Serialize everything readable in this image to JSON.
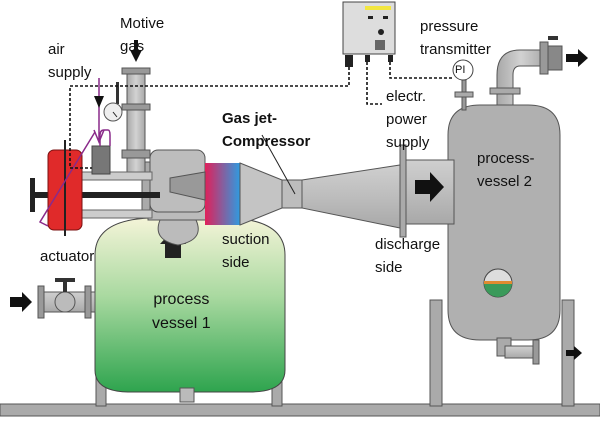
{
  "labels": {
    "motive_gas": [
      "Motive",
      "gas"
    ],
    "air_supply": [
      "air",
      "supply"
    ],
    "actuator": "actuator",
    "compressor": [
      "Gas jet-",
      "Compressor"
    ],
    "suction_side": [
      "suction",
      "side"
    ],
    "discharge_side": [
      "discharge",
      "side"
    ],
    "power_supply": [
      "electr.",
      "power",
      "supply"
    ],
    "pressure_transmitter": [
      "pressure",
      "transmitter"
    ],
    "pi": "PI",
    "vessel2": [
      "process-",
      "vessel 2"
    ],
    "vessel1": [
      "process",
      "vessel 1"
    ]
  },
  "colors": {
    "actuator": "#e02a2a",
    "steel": "#b4b4b4",
    "vessel1_top": "#f4f4d8",
    "vessel1_bottom": "#2ea44e",
    "nozzle_hot": "#e0205a",
    "nozzle_cold": "#2f9be0",
    "display": "#f2e640",
    "air_line": "#8a2a8a"
  }
}
